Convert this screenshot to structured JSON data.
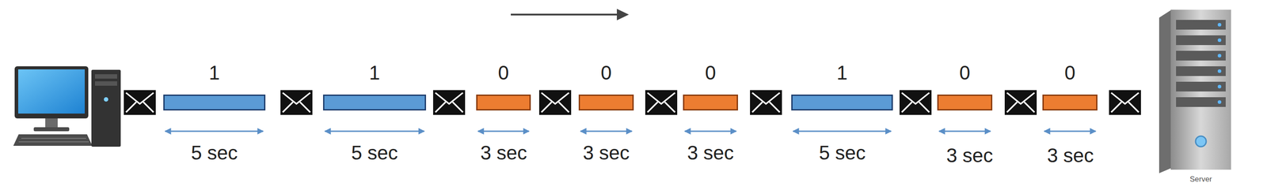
{
  "diagram": {
    "nodes": [
      {
        "text": [
          "1"
        ]
      },
      {
        "text": [
          "1"
        ]
      },
      {
        "text": [
          "0"
        ]
      },
      {
        "text": [
          "0"
        ]
      },
      {
        "text": [
          "0"
        ]
      },
      {
        "text": [
          "1"
        ]
      },
      {
        "text": [
          "0"
        ]
      },
      {
        "text": [
          "0"
        ]
      }
    ],
    "labels": [
      "5 sec",
      "5 sec",
      "3 sec",
      "3 sec",
      "3 sec",
      "5 sec",
      "3 sec",
      "3 sec",
      "Server"
    ]
  }
}
